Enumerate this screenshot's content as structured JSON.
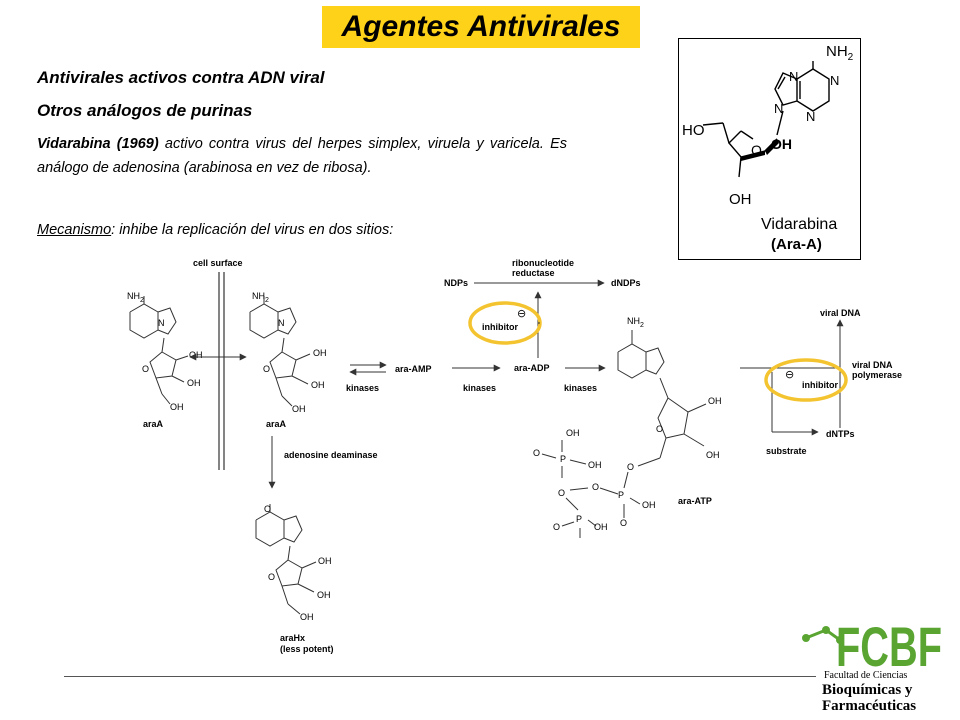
{
  "title": "Agentes Antivirales",
  "headings": [
    "Antivirales activos contra ADN viral",
    "Otros análogos de purinas"
  ],
  "paragraph": {
    "bold": "Vidarabina (1969)",
    "rest": " activo contra virus del herpes simplex, viruela y varicela. Es análogo de adenosina (arabinosa en vez de ribosa)."
  },
  "mechanism": {
    "label": "Mecanismo",
    "text": ": inhibe la replicación del virus en dos sitios:"
  },
  "structure_box": {
    "nh2": "NH",
    "nh2_sub": "2",
    "ho": "HO",
    "oh_bold": "OH",
    "oh": "OH",
    "ring_o": "O",
    "n": "N",
    "name": "Vidarabina",
    "abbr": "(Ara-A)"
  },
  "pathway": {
    "cell_surface": "cell surface",
    "araA_left": "araA",
    "araA_right": "araA",
    "ara_amp": "ara-AMP",
    "ara_adp": "ara-ADP",
    "ara_atp": "ara-ATP",
    "kinases_1": "kinases",
    "kinases_2": "kinases",
    "kinases_3": "kinases",
    "ndps": "NDPs",
    "dndps": "dNDPs",
    "ribonucleotide_1": "ribonucleotide",
    "ribonucleotide_2": "reductase",
    "inhibitor_1": "inhibitor",
    "inhibitor_2": "inhibitor",
    "viral_dna": "viral DNA",
    "polymerase_1": "viral DNA",
    "polymerase_2": "polymerase",
    "dntps": "dNTPs",
    "substrate": "substrate",
    "deaminase": "adenosine deaminase",
    "arahx": "araHx",
    "less_potent": "(less potent)",
    "nh2": "NH",
    "nh2_sub": "2",
    "oh": "OH",
    "o": "O",
    "n": "N",
    "p": "P",
    "minus": "⊖"
  },
  "logo": {
    "letters": "FCBF",
    "line1": "Facultad de Ciencias",
    "line2": "Bioquímicas y",
    "line3": "Farmacéuticas"
  },
  "colors": {
    "banner": "#ffd21a",
    "inhibitor_ring": "#f4c430",
    "logo_green": "#5aa532",
    "logo_dark": "#222222"
  }
}
